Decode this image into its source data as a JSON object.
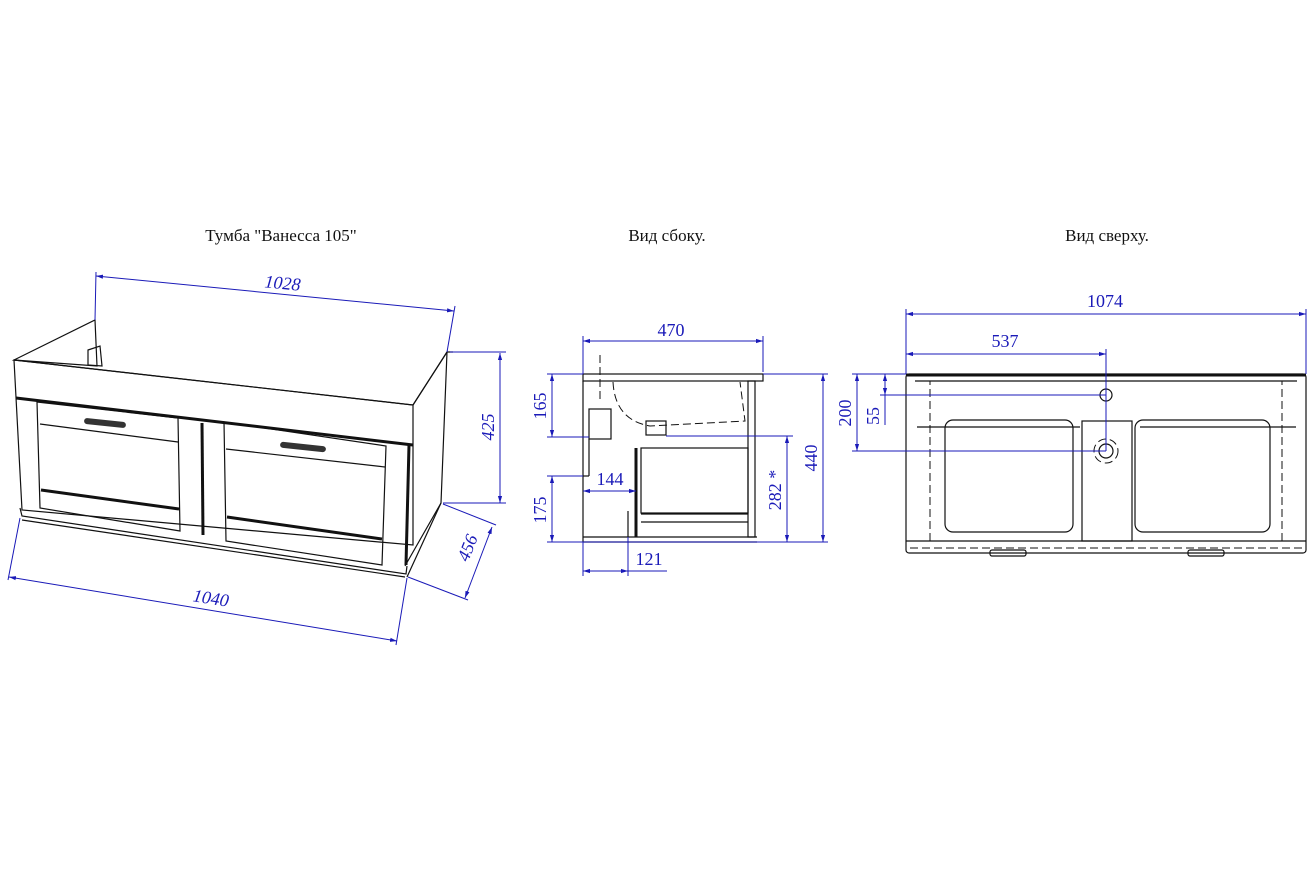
{
  "titles": {
    "iso": "Тумба \"Ванесса 105\"",
    "side": "Вид сбоку.",
    "top": "Вид сверху."
  },
  "iso_dims": {
    "back_width": "1028",
    "front_width": "1040",
    "height": "425",
    "depth": "456"
  },
  "side_dims": {
    "depth": "470",
    "sink_height": "165",
    "lower_height": "175",
    "offset_144": "144",
    "offset_121": "121",
    "drawer_height": "282 *",
    "total_height": "440"
  },
  "top_dims": {
    "width": "1074",
    "half_width": "537",
    "drain_offset": "200",
    "tap_offset": "55"
  },
  "colors": {
    "dimension": "#1a1ab8",
    "line": "#111111"
  }
}
